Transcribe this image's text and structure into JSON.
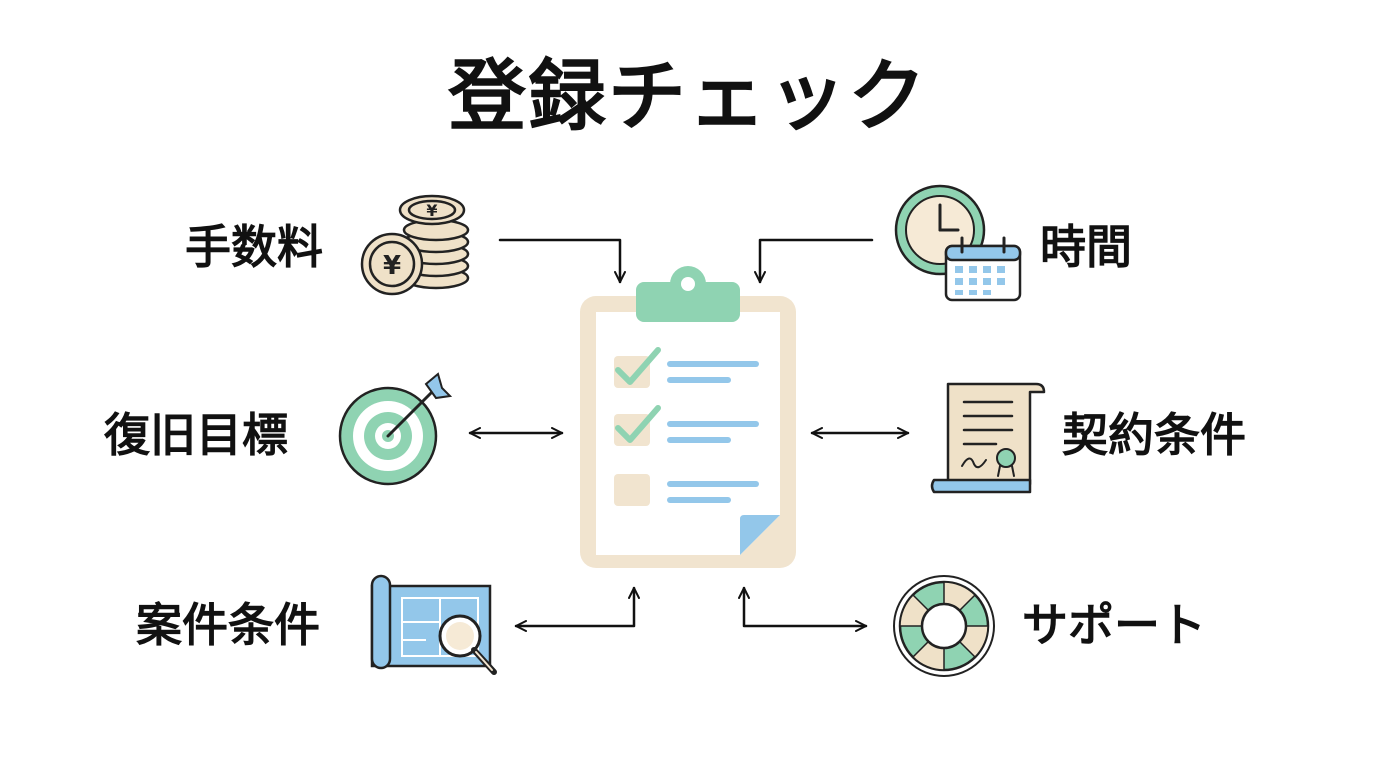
{
  "title": "登録チェック",
  "nodes": {
    "fee": {
      "label": "手数料",
      "icon": "yen-coins-icon"
    },
    "time": {
      "label": "時間",
      "icon": "clock-calendar-icon"
    },
    "recovery": {
      "label": "復旧目標",
      "icon": "target-arrow-icon"
    },
    "contract": {
      "label": "契約条件",
      "icon": "contract-scroll-icon"
    },
    "project": {
      "label": "案件条件",
      "icon": "blueprint-search-icon"
    },
    "support": {
      "label": "サポート",
      "icon": "lifebuoy-icon"
    }
  },
  "center": {
    "icon": "checklist-clipboard-icon",
    "checked_items": 2,
    "total_items": 3
  },
  "colors": {
    "green": "#8fd3b2",
    "blue": "#93c7ea",
    "beige": "#f1e4cf",
    "outline": "#222222"
  }
}
